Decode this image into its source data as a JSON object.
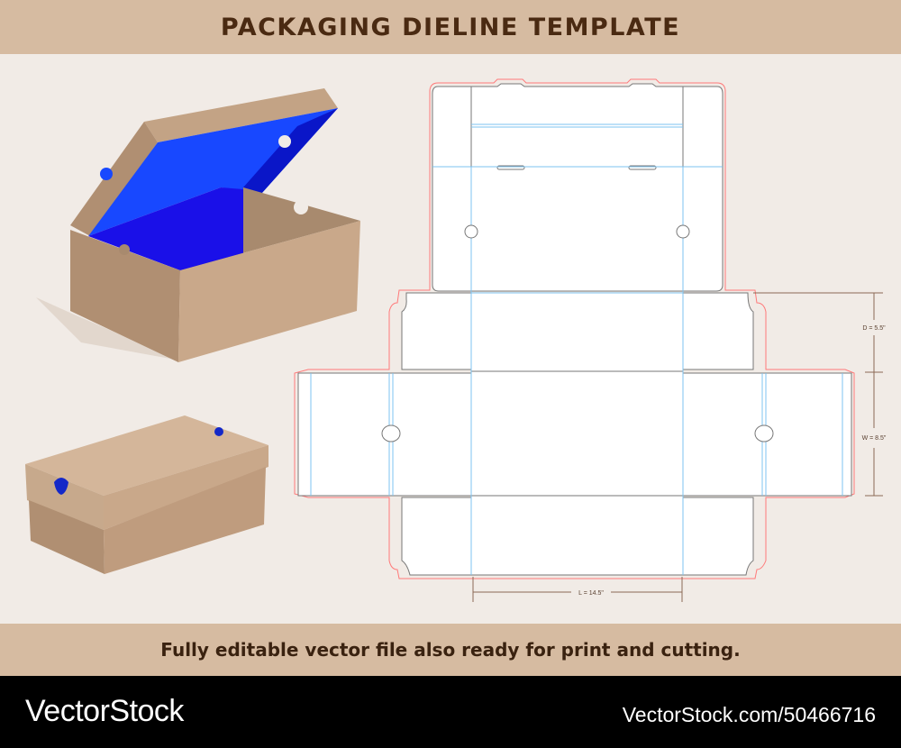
{
  "header": {
    "title": "PACKAGING DIELINE TEMPLATE"
  },
  "dimensions": {
    "depth": "D = 5.5\"",
    "width": "W = 8.5\"",
    "length": "L = 14.5\""
  },
  "caption": "Fully editable vector file also ready for print and cutting.",
  "footer": {
    "brand": "VectorStock",
    "image_id": "VectorStock.com/50466716"
  },
  "colors": {
    "band": "#d6bba1",
    "background": "#f1ebe6",
    "cut_line": "#ff6b6b",
    "fold_line": "#7ec3f0",
    "cardboard": "#c9a88a",
    "interior": "#1a3cff"
  }
}
